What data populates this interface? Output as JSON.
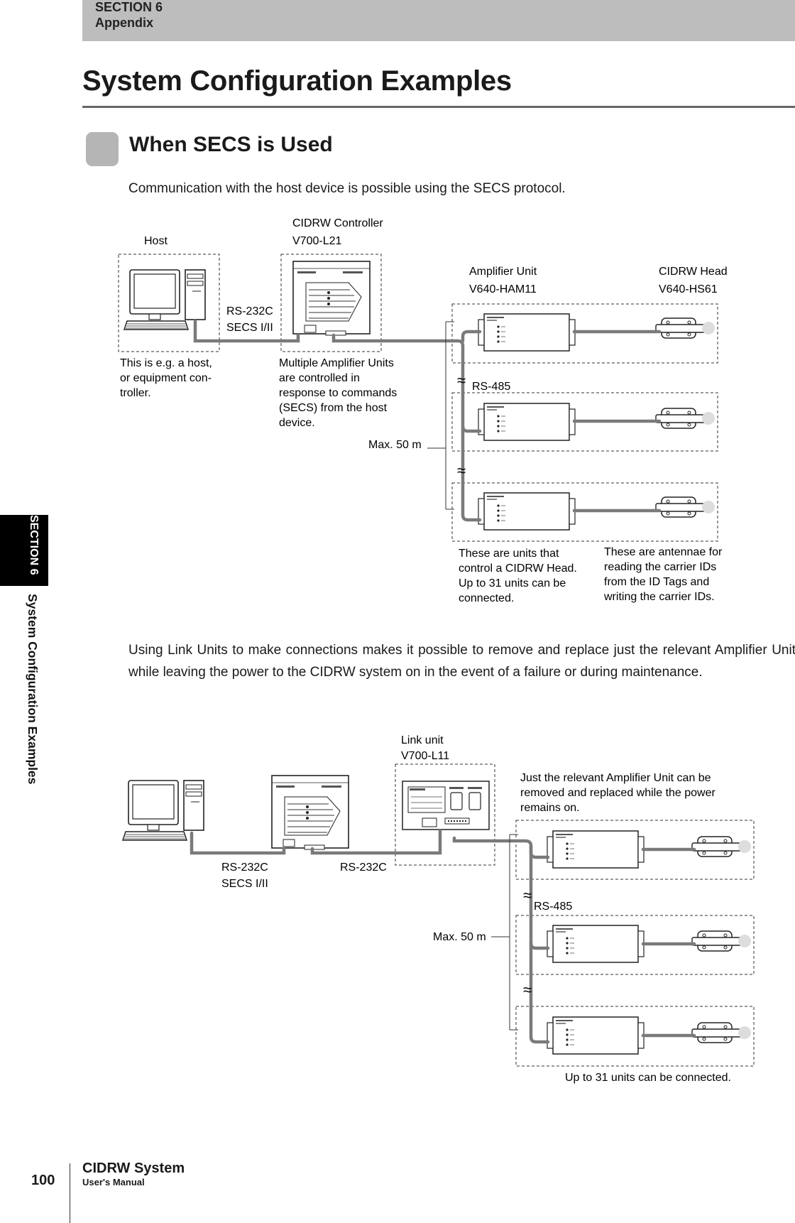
{
  "header": {
    "section": "SECTION 6",
    "chapter": "Appendix"
  },
  "page_title": "System Configuration Examples",
  "subtitle": "When SECS is Used",
  "intro": "Communication with the host device is possible using the SECS protocol.",
  "link_paragraph": "Using Link Units to make connections makes it possible to remove and replace just the relevant Amplifier Unit while leaving the power to the CIDRW system on in the event of a failure or during maintenance.",
  "sidebar": {
    "section": "SECTION 6",
    "title": "System Configuration Examples"
  },
  "diagram1": {
    "host_label": "Host",
    "controller_label": "CIDRW Controller",
    "controller_model": "V700-L21",
    "amp_label": "Amplifier Unit",
    "amp_model": "V640-HAM11",
    "head_label": "CIDRW Head",
    "head_model": "V640-HS61",
    "rs232c": "RS-232C",
    "secs": "SECS I/II",
    "rs485": "RS-485",
    "max_len": "Max. 50 m",
    "host_note": [
      "This is e.g. a host,",
      "or equipment con-",
      "troller."
    ],
    "controller_note": [
      "Multiple Amplifier Units",
      "are controlled in",
      "response to commands",
      "(SECS) from the host",
      "device."
    ],
    "amp_note": [
      "These are units that",
      "control a CIDRW Head.",
      "Up to 31 units can be",
      "connected."
    ],
    "head_note": [
      "These are antennae for",
      "reading the carrier IDs",
      "from the ID Tags and",
      "writing the carrier IDs."
    ]
  },
  "diagram2": {
    "link_label": "Link unit",
    "link_model": "V700-L11",
    "rs232c_a": "RS-232C",
    "secs": "SECS I/II",
    "rs232c_b": "RS-232C",
    "rs485": "RS-485",
    "max_len": "Max. 50 m",
    "replace_note": [
      "Just the relevant Amplifier Unit can be",
      "removed and replaced while the power",
      "remains on."
    ],
    "units_note": "Up to 31 units can be connected."
  },
  "footer": {
    "page_number": "100",
    "title": "CIDRW System",
    "subtitle": "User's Manual"
  }
}
